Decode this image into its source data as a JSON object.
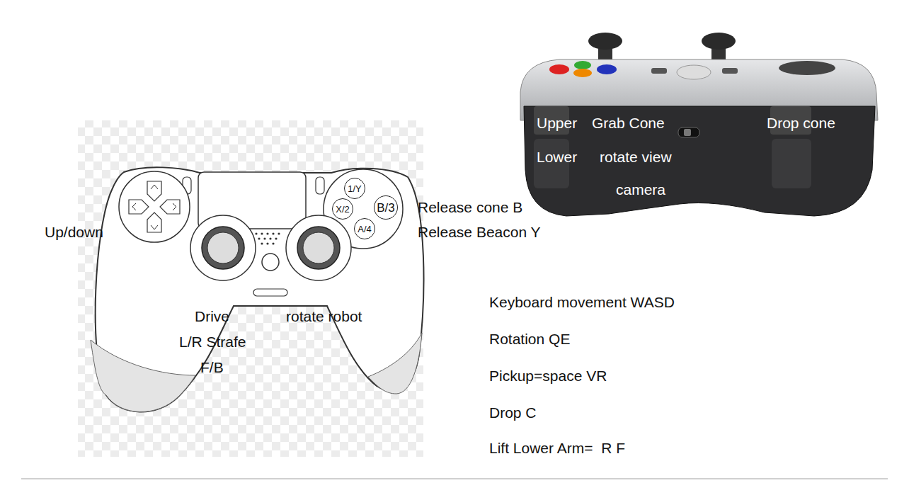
{
  "diagram": {
    "nodes": [
      {
        "text": [
          "1/Y"
        ]
      },
      {
        "text": [
          "X/2"
        ]
      },
      {
        "text": [
          "B/3"
        ]
      },
      {
        "text": [
          "A/4"
        ]
      }
    ],
    "labels": [
      "Up/down",
      "Drive",
      "L/R Strafe",
      "F/B",
      "rotate robot",
      "Release cone B",
      "Release Beacon Y",
      "Upper",
      "Grab Cone",
      "Drop cone",
      "Lower",
      "rotate view",
      "camera",
      "Keyboard movement WASD",
      "Rotation QE",
      "Pickup=space VR",
      "Drop C",
      "Lift Lower Arm=  R F"
    ]
  }
}
